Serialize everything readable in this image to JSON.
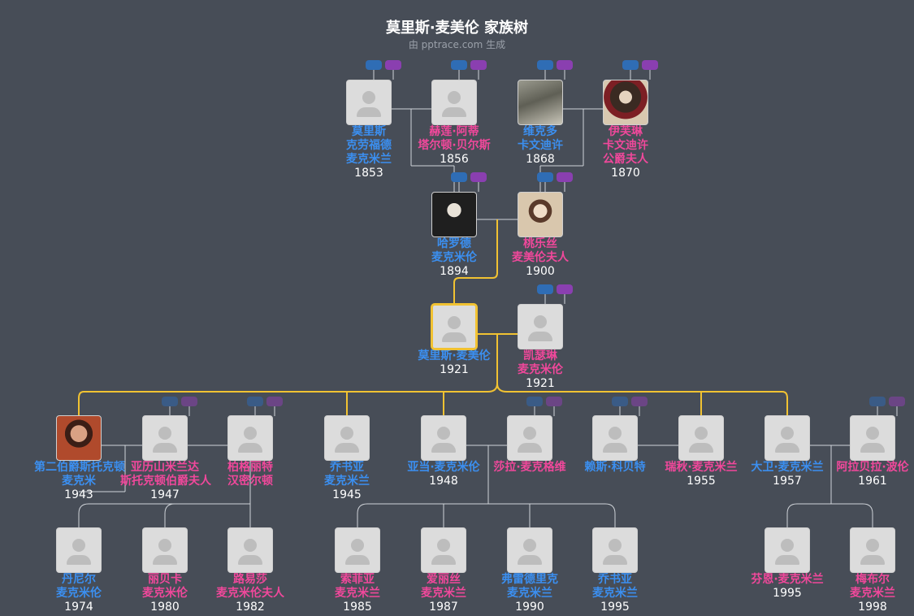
{
  "title": "莫里斯·麦美伦 家族树",
  "subtitle": "由 pptrace.com 生成",
  "colors": {
    "male": "#3b8ff0",
    "female": "#f0489b",
    "focus_line": "#f1c232",
    "line": "#cfd3d8",
    "background": "#474d57"
  },
  "people": [
    {
      "id": "p_morris_cf",
      "name": "莫里斯\n克劳福德\n麦克米兰",
      "year": "1853",
      "gender": "m",
      "photo": false
    },
    {
      "id": "p_helen",
      "name": "赫莲·阿蒂\n塔尔顿·贝尔斯",
      "year": "1856",
      "gender": "f",
      "photo": false
    },
    {
      "id": "p_victor",
      "name": "维克多\n卡文迪许",
      "year": "1868",
      "gender": "m",
      "photo": true
    },
    {
      "id": "p_evelyn",
      "name": "伊芙琳\n卡文迪许\n公爵夫人",
      "year": "1870",
      "gender": "f",
      "photo": true
    },
    {
      "id": "p_harold",
      "name": "哈罗德\n麦克米伦",
      "year": "1894",
      "gender": "m",
      "photo": true
    },
    {
      "id": "p_dorothy",
      "name": "桃乐丝\n麦美伦夫人",
      "year": "1900",
      "gender": "f",
      "photo": true
    },
    {
      "id": "p_maurice",
      "name": "莫里斯·麦美伦",
      "year": "1921",
      "gender": "m",
      "photo": false,
      "focus": true
    },
    {
      "id": "p_katharine",
      "name": "凯瑟琳\n麦克米伦",
      "year": "1921",
      "gender": "f",
      "photo": false
    },
    {
      "id": "p_earl",
      "name": "第二伯爵斯托克顿\n麦克米",
      "year": "1943",
      "gender": "m",
      "photo": true
    },
    {
      "id": "p_alexandra",
      "name": "亚历山米兰达\n斯托克顿伯爵夫人",
      "year": "1947",
      "gender": "f",
      "photo": false
    },
    {
      "id": "p_bridget",
      "name": "柏格丽特\n汉密尔顿",
      "year": "",
      "gender": "f",
      "photo": false
    },
    {
      "id": "p_joshua1",
      "name": "乔书亚\n麦克米兰",
      "year": "1945",
      "gender": "m",
      "photo": false
    },
    {
      "id": "p_adam",
      "name": "亚当·麦克米伦",
      "year": "1948",
      "gender": "m",
      "photo": false
    },
    {
      "id": "p_sarah",
      "name": "莎拉·麦克格维",
      "year": "",
      "gender": "f",
      "photo": false
    },
    {
      "id": "p_lars",
      "name": "赖斯·科贝特",
      "year": "",
      "gender": "m",
      "photo": false
    },
    {
      "id": "p_rachel",
      "name": "瑞秋·麦克米兰",
      "year": "1955",
      "gender": "f",
      "photo": false
    },
    {
      "id": "p_david",
      "name": "大卫·麦克米兰",
      "year": "1957",
      "gender": "m",
      "photo": false
    },
    {
      "id": "p_arabella",
      "name": "阿拉贝拉·波伦",
      "year": "1961",
      "gender": "f",
      "photo": false
    },
    {
      "id": "p_daniel",
      "name": "丹尼尔\n麦克米伦",
      "year": "1974",
      "gender": "m",
      "photo": false
    },
    {
      "id": "p_rebecca",
      "name": "丽贝卡\n麦克米伦",
      "year": "1980",
      "gender": "f",
      "photo": false
    },
    {
      "id": "p_louisa",
      "name": "路易莎\n麦克米伦夫人",
      "year": "1982",
      "gender": "f",
      "photo": false
    },
    {
      "id": "p_sophia",
      "name": "索菲亚\n麦克米兰",
      "year": "1985",
      "gender": "f",
      "photo": false
    },
    {
      "id": "p_alice",
      "name": "爱丽丝\n麦克米兰",
      "year": "1987",
      "gender": "f",
      "photo": false
    },
    {
      "id": "p_frederick",
      "name": "弗雷德里克\n麦克米兰",
      "year": "1990",
      "gender": "m",
      "photo": false
    },
    {
      "id": "p_joshua2",
      "name": "乔书亚\n麦克米兰",
      "year": "1995",
      "gender": "m",
      "photo": false
    },
    {
      "id": "p_finn",
      "name": "芬恩·麦克米兰",
      "year": "1995",
      "gender": "f",
      "photo": false
    },
    {
      "id": "p_mabel",
      "name": "梅布尔\n麦克米兰",
      "year": "1998",
      "gender": "f",
      "photo": false
    }
  ]
}
